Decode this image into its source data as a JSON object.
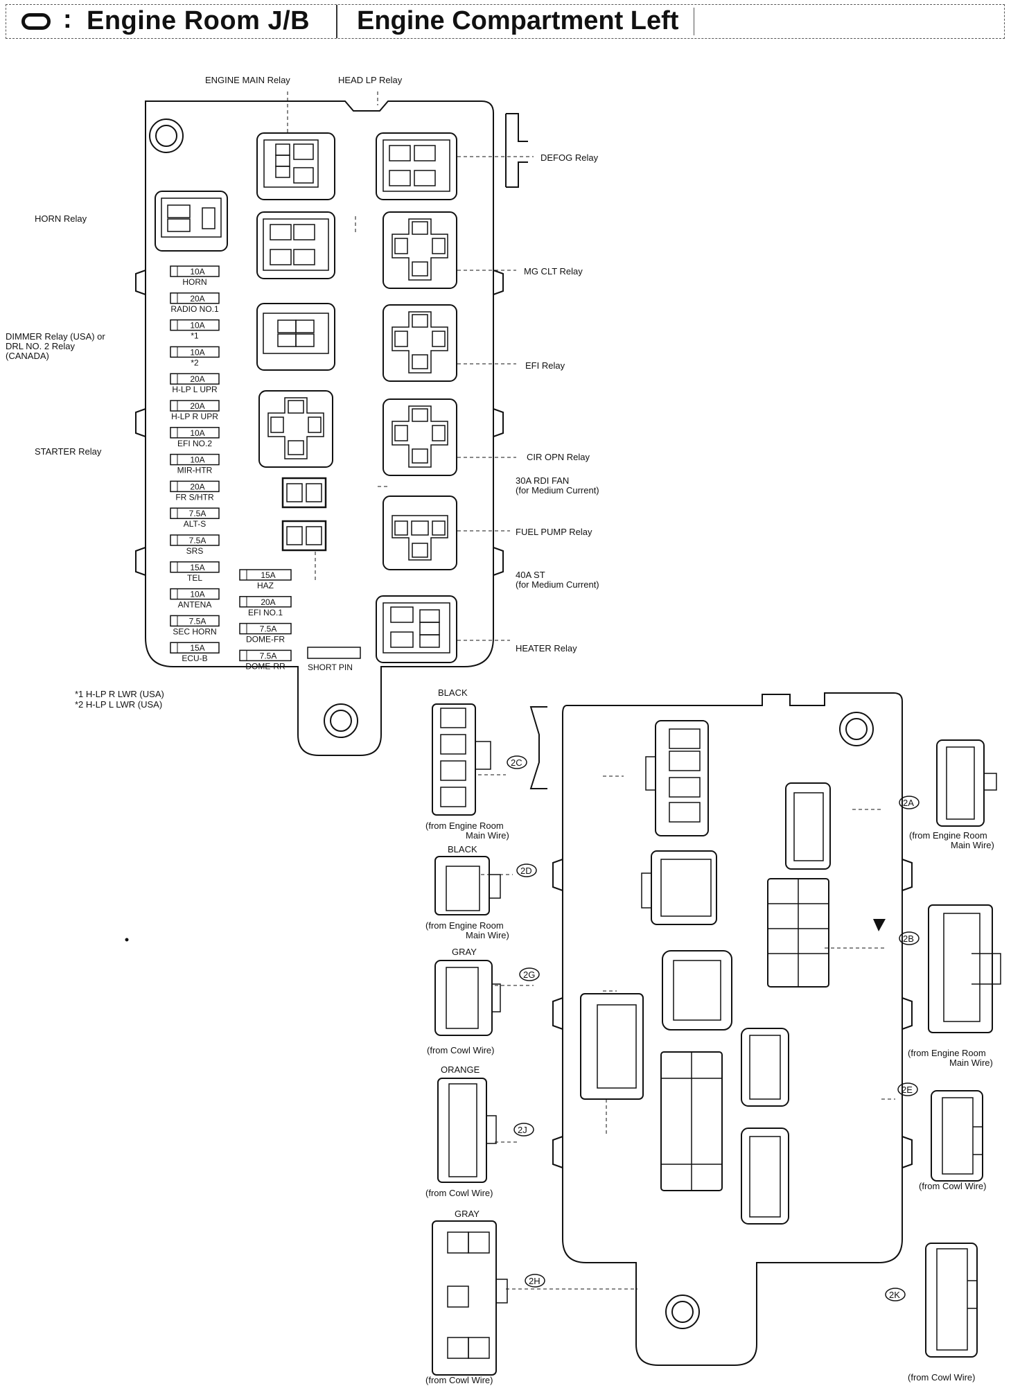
{
  "title": {
    "left": "Engine Room J/B",
    "right": "Engine Compartment Left",
    "colon": ":"
  },
  "relays_top": [
    {
      "id": "engine-main",
      "label": "ENGINE MAIN Relay"
    },
    {
      "id": "head-lp",
      "label": "HEAD LP Relay"
    },
    {
      "id": "defog",
      "label": "DEFOG Relay"
    },
    {
      "id": "horn",
      "label": "HORN Relay"
    },
    {
      "id": "mg-clt",
      "label": "MG CLT Relay"
    },
    {
      "id": "efi",
      "label": "EFI Relay"
    },
    {
      "id": "starter",
      "label": "STARTER Relay"
    },
    {
      "id": "cir-opn",
      "label": "CIR OPN Relay"
    },
    {
      "id": "fuel-pump",
      "label": "FUEL PUMP Relay"
    },
    {
      "id": "heater",
      "label": "HEATER Relay"
    }
  ],
  "dimmer_label": [
    "DIMMER Relay (USA) or",
    "DRL NO. 2 Relay",
    "(CANADA)"
  ],
  "rdi_fan_label": [
    "30A RDI FAN",
    "(for Medium Current)"
  ],
  "st_label": [
    "40A ST",
    "(for Medium Current)"
  ],
  "fuses_left": [
    {
      "rating": "10A",
      "name": "HORN"
    },
    {
      "rating": "20A",
      "name": "RADIO NO.1"
    },
    {
      "rating": "10A",
      "name": "*1"
    },
    {
      "rating": "10A",
      "name": "*2"
    },
    {
      "rating": "20A",
      "name": "H-LP L UPR"
    },
    {
      "rating": "20A",
      "name": "H-LP R UPR"
    },
    {
      "rating": "10A",
      "name": "EFI NO.2"
    },
    {
      "rating": "10A",
      "name": "MIR-HTR"
    },
    {
      "rating": "20A",
      "name": "FR S/HTR"
    },
    {
      "rating": "7.5A",
      "name": "ALT-S"
    },
    {
      "rating": "7.5A",
      "name": "SRS"
    },
    {
      "rating": "15A",
      "name": "TEL"
    },
    {
      "rating": "10A",
      "name": "ANTENA"
    },
    {
      "rating": "7.5A",
      "name": "SEC HORN"
    },
    {
      "rating": "15A",
      "name": "ECU-B"
    }
  ],
  "fuses_right": [
    {
      "rating": "15A",
      "name": "HAZ"
    },
    {
      "rating": "20A",
      "name": "EFI NO.1"
    },
    {
      "rating": "7.5A",
      "name": "DOME-FR"
    },
    {
      "rating": "7.5A",
      "name": "DOME-RR"
    }
  ],
  "short_pin": "SHORT PIN",
  "footnotes": [
    "*1 H-LP R LWR (USA)",
    "*2 H-LP L LWR (USA)"
  ],
  "connectors": [
    {
      "code": "2C",
      "color": "BLACK",
      "source": [
        "(from Engine Room",
        "Main Wire)"
      ]
    },
    {
      "code": "2D",
      "color": "BLACK",
      "source": [
        "(from Engine Room",
        "Main Wire)"
      ]
    },
    {
      "code": "2G",
      "color": "GRAY",
      "source": [
        "(from Cowl Wire)"
      ]
    },
    {
      "code": "2J",
      "color": "ORANGE",
      "source": [
        "(from Cowl Wire)"
      ]
    },
    {
      "code": "2H",
      "color": "GRAY",
      "source": [
        "(from Cowl Wire)"
      ]
    },
    {
      "code": "2A",
      "color": "",
      "source": [
        "(from Engine Room",
        "Main Wire)"
      ]
    },
    {
      "code": "2B",
      "color": "",
      "source": [
        "(from Engine Room",
        "Main Wire)"
      ]
    },
    {
      "code": "2E",
      "color": "",
      "source": [
        "(from Cowl Wire)"
      ]
    },
    {
      "code": "2K",
      "color": "",
      "source": [
        "(from Cowl Wire)"
      ]
    }
  ]
}
